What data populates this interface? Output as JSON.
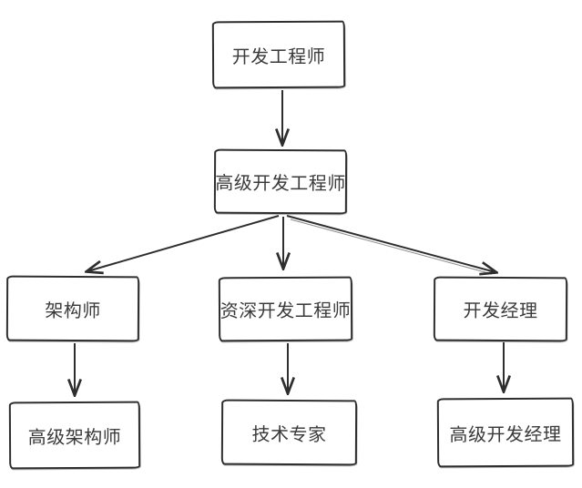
{
  "diagram": {
    "kind": "flowchart",
    "style": "hand-drawn-sketch",
    "colors": {
      "background": "#ffffff",
      "stroke": "#2e2e2e",
      "text": "#3a3a3a"
    },
    "nodes": [
      {
        "id": "dev-engineer",
        "label": "开发工程师"
      },
      {
        "id": "senior-dev-engineer",
        "label": "高级开发工程师"
      },
      {
        "id": "architect",
        "label": "架构师"
      },
      {
        "id": "staff-dev-engineer",
        "label": "资深开发工程师"
      },
      {
        "id": "dev-manager",
        "label": "开发经理"
      },
      {
        "id": "senior-architect",
        "label": "高级架构师"
      },
      {
        "id": "tech-expert",
        "label": "技术专家"
      },
      {
        "id": "senior-dev-manager",
        "label": "高级开发经理"
      }
    ],
    "edges": [
      {
        "from": "dev-engineer",
        "to": "senior-dev-engineer"
      },
      {
        "from": "senior-dev-engineer",
        "to": "architect"
      },
      {
        "from": "senior-dev-engineer",
        "to": "staff-dev-engineer"
      },
      {
        "from": "senior-dev-engineer",
        "to": "dev-manager"
      },
      {
        "from": "architect",
        "to": "senior-architect"
      },
      {
        "from": "staff-dev-engineer",
        "to": "tech-expert"
      },
      {
        "from": "dev-manager",
        "to": "senior-dev-manager"
      }
    ]
  }
}
